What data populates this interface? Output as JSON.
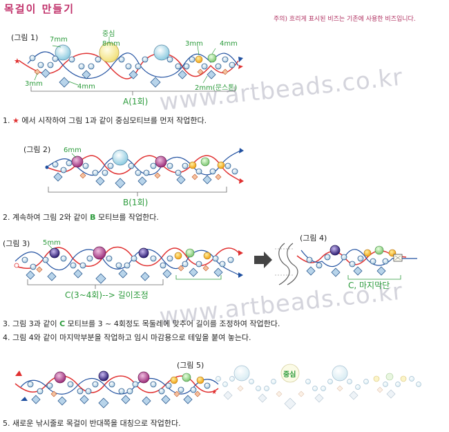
{
  "title": "목걸이 만들기",
  "note": "주의) 흐리게 표시된 비즈는 기존에 사용한 비즈입니다.",
  "watermark": "www.artbeads.co.kr",
  "fig1": {
    "caption": "(그림 1)",
    "l_7mm": "7mm",
    "l_center": "중심",
    "l_8mm": "8mm",
    "l_3mm_top": "3mm",
    "l_4mm_top": "4mm",
    "l_3mm_bottom": "3mm",
    "l_4mm_bottom": "4mm",
    "l_2mm": "2mm(문스톤)",
    "l_A": "A(1회)"
  },
  "step1": {
    "num": "1.",
    "text": "에서 시작하여 그림 1과 같이 중심모티브를 먼저 작업한다."
  },
  "fig2": {
    "caption": "(그림 2)",
    "l_6mm": "6mm",
    "l_B": "B(1회)"
  },
  "step2": {
    "text_a": "2. 계속하여 그림 2와 같이",
    "letter": "B",
    "text_b": "모티브를 작업한다."
  },
  "fig3": {
    "caption": "(그림 3)",
    "l_5mm": "5mm",
    "l_C": "C(3~4회)--> 길이조정"
  },
  "fig4": {
    "caption": "(그림 4)",
    "l_C": "C, 마지막단"
  },
  "step3": {
    "text_a": "3. 그림 3과 같이",
    "letter": "C",
    "text_b": "모티브를 3 ~ 4회정도 목둘레에 맞추어 길이를 조정하여 작업한다."
  },
  "step4": {
    "text": "4. 그림 4와 같이 마지막부분을 작업하고 임시 마감용으로 테잎을 붙여 놓는다."
  },
  "fig5": {
    "caption": "(그림 5)",
    "l_center": "중심"
  },
  "step5": {
    "text": "5. 새로운 낚시줄로 목걸이 반대쪽을 대칭으로 작업한다."
  },
  "colors": {
    "line_red": "#e03030",
    "line_blue": "#2050a0",
    "title": "#c0306a",
    "label_green": "#2a9a3a"
  }
}
